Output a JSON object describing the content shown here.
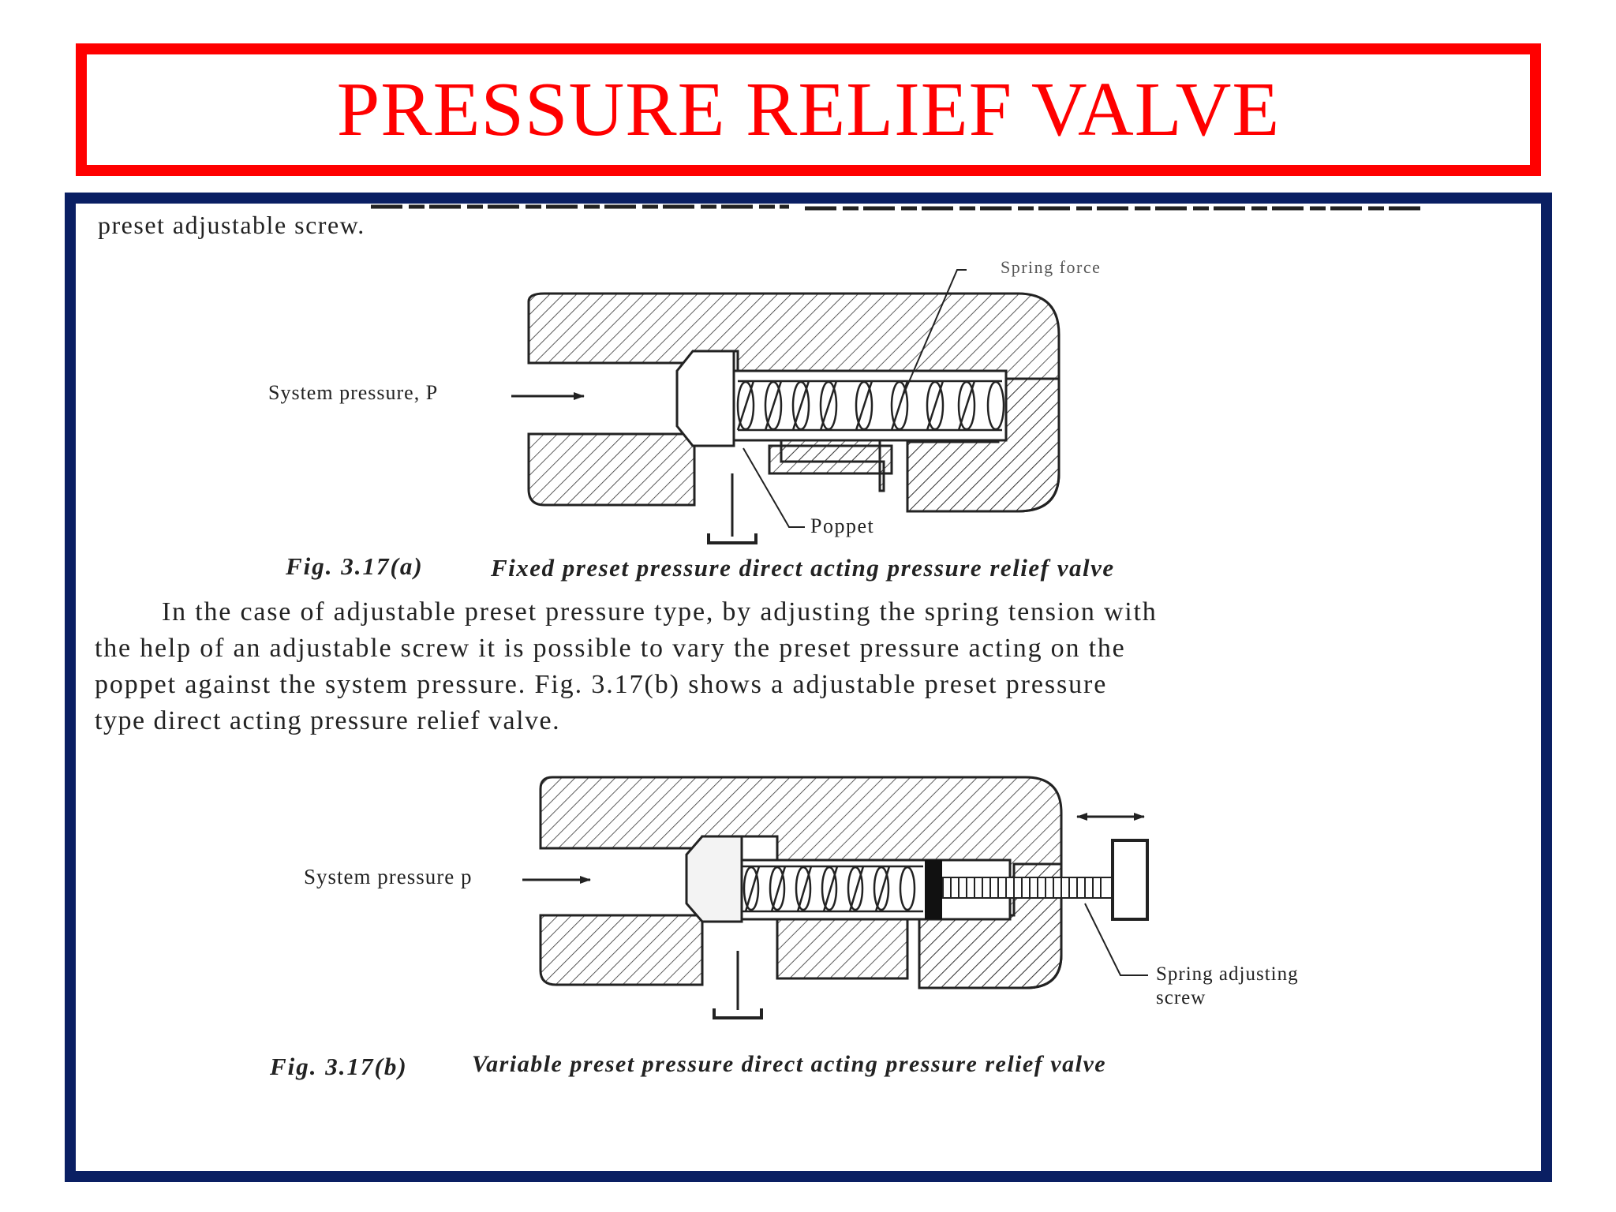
{
  "slide_title": "PRESSURE RELIEF VALVE",
  "top_text": "preset adjustable screw.",
  "fig_a": {
    "label_spring": "Spring force",
    "label_pressure": "System pressure, P",
    "label_poppet": "Poppet",
    "caption_num": "Fig. 3.17(a)",
    "caption_text": "Fixed preset pressure direct acting pressure relief valve"
  },
  "paragraph": [
    "In the case of adjustable preset pressure type, by adjusting the spring tension with",
    "the help of an adjustable screw it is possible to vary the preset pressure acting on the",
    "poppet against the system pressure. Fig. 3.17(b) shows a adjustable preset pressure",
    "type direct acting pressure relief valve."
  ],
  "fig_b": {
    "label_pressure": "System pressure p",
    "label_screw_1": "Spring adjusting",
    "label_screw_2": "screw",
    "caption_num": "Fig. 3.17(b)",
    "caption_text": "Variable preset pressure direct acting pressure relief valve"
  },
  "colors": {
    "title_red": "#ff0000",
    "frame_navy": "#0a1f63"
  }
}
